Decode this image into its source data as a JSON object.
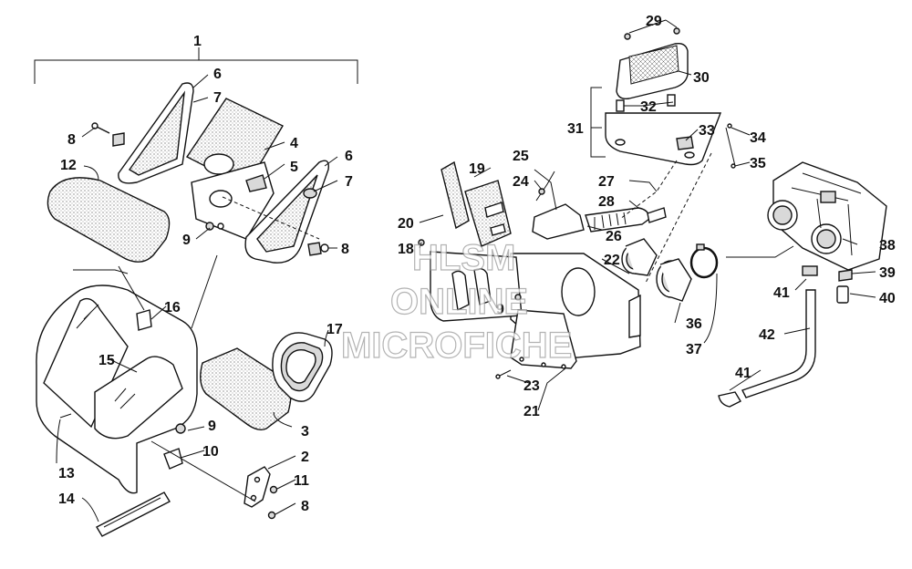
{
  "callouts": [
    "1",
    "2",
    "3",
    "4",
    "5",
    "6",
    "6",
    "7",
    "7",
    "8",
    "8",
    "8",
    "9",
    "9",
    "9",
    "10",
    "11",
    "12",
    "13",
    "14",
    "15",
    "16",
    "17",
    "18",
    "19",
    "20",
    "21",
    "22",
    "23",
    "24",
    "25",
    "26",
    "27",
    "28",
    "29",
    "30",
    "31",
    "32",
    "33",
    "34",
    "35",
    "36",
    "37",
    "38",
    "39",
    "40",
    "41",
    "41",
    "42"
  ],
  "watermark": {
    "line1": "HLSM",
    "line2": "ONLINE",
    "line3": "MICROFICHE"
  },
  "colors": {
    "ink": "#111111",
    "watermark": "#9a9a9a",
    "background": "#ffffff"
  }
}
